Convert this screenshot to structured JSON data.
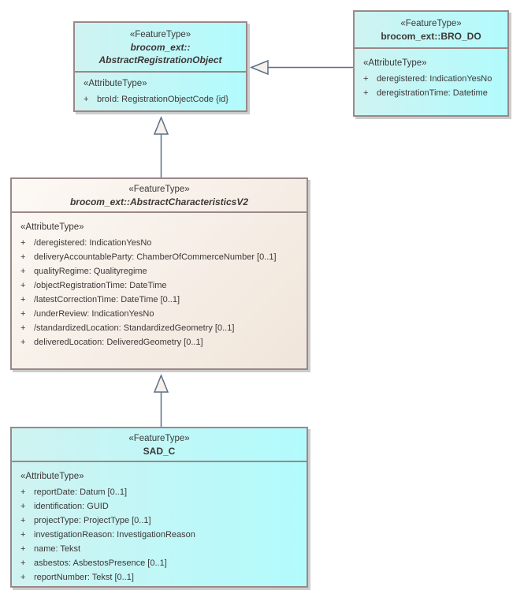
{
  "diagram": {
    "colors": {
      "feature_fill_start": "#CFF3F1",
      "feature_fill_end": "#B2FBFD",
      "abstract_fill_start": "#FDF9F5",
      "abstract_fill_end": "#F0E5DA",
      "border": "#9B8888",
      "shadow": "#CCCCCC",
      "text": "#3D3737",
      "connector": "#5C6F89",
      "arrow_fill": "#F7F1EB"
    },
    "classes": {
      "aro": {
        "stereotype": "«FeatureType»",
        "name_line1": "brocom_ext::",
        "name_line2": "AbstractRegistrationObject",
        "attr_stereotype": "«AttributeType»",
        "attributes": [
          {
            "vis": "+",
            "text": "broId: RegistrationObjectCode {id}"
          }
        ]
      },
      "bro_do": {
        "stereotype": "«FeatureType»",
        "name_line1": "brocom_ext::BRO_DO",
        "attr_stereotype": "«AttributeType»",
        "attributes": [
          {
            "vis": "+",
            "text": "deregistered: IndicationYesNo"
          },
          {
            "vis": "+",
            "text": "deregistrationTime: Datetime"
          }
        ]
      },
      "acv2": {
        "stereotype": "«FeatureType»",
        "name_line1": "brocom_ext::AbstractCharacteristicsV2",
        "attr_stereotype": "«AttributeType»",
        "attributes": [
          {
            "vis": "+",
            "text": "/deregistered: IndicationYesNo"
          },
          {
            "vis": "+",
            "text": "deliveryAccountableParty: ChamberOfCommerceNumber [0..1]"
          },
          {
            "vis": "+",
            "text": "qualityRegime: Qualityregime"
          },
          {
            "vis": "+",
            "text": "/objectRegistrationTime: DateTime"
          },
          {
            "vis": "+",
            "text": "/latestCorrectionTime: DateTime [0..1]"
          },
          {
            "vis": "+",
            "text": "/underReview: IndicationYesNo"
          },
          {
            "vis": "+",
            "text": "/standardizedLocation: StandardizedGeometry [0..1]"
          },
          {
            "vis": "+",
            "text": "deliveredLocation: DeliveredGeometry [0..1]"
          }
        ]
      },
      "sad_c": {
        "stereotype": "«FeatureType»",
        "name_line1": "SAD_C",
        "attr_stereotype": "«AttributeType»",
        "attributes": [
          {
            "vis": "+",
            "text": "reportDate: Datum [0..1]"
          },
          {
            "vis": "+",
            "text": "identification: GUID"
          },
          {
            "vis": "+",
            "text": "projectType: ProjectType [0..1]"
          },
          {
            "vis": "+",
            "text": "investigationReason: InvestigationReason"
          },
          {
            "vis": "+",
            "text": "name: Tekst"
          },
          {
            "vis": "+",
            "text": "asbestos: AsbestosPresence [0..1]"
          },
          {
            "vis": "+",
            "text": "reportNumber: Tekst [0..1]"
          }
        ]
      }
    }
  }
}
